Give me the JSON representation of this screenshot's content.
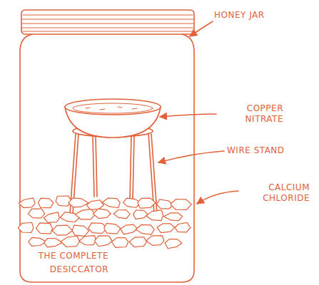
{
  "diagram": {
    "caption": "THE COMPLETE DESICCATOR",
    "labels": [
      "HONEY JAR",
      "COPPER NITRATE",
      "WIRE STAND",
      "CALCIUM CHLORIDE"
    ]
  }
}
